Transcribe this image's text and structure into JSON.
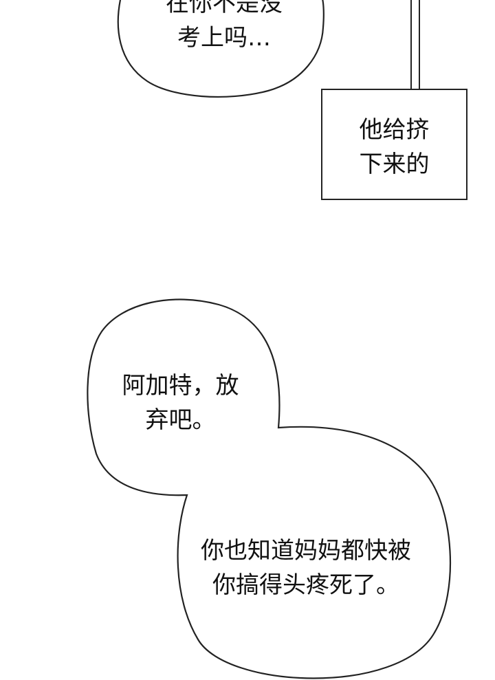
{
  "bubble_top": {
    "lines": [
      "在你不是没",
      "考上吗…"
    ]
  },
  "caption_box": {
    "lines": [
      "他给挤",
      "下来的"
    ]
  },
  "bubble_middle": {
    "lines": [
      "阿加特，放",
      "弃吧。"
    ]
  },
  "bubble_bottom": {
    "lines": [
      "你也知道妈妈都快被",
      "你搞得头疼死了。"
    ]
  }
}
